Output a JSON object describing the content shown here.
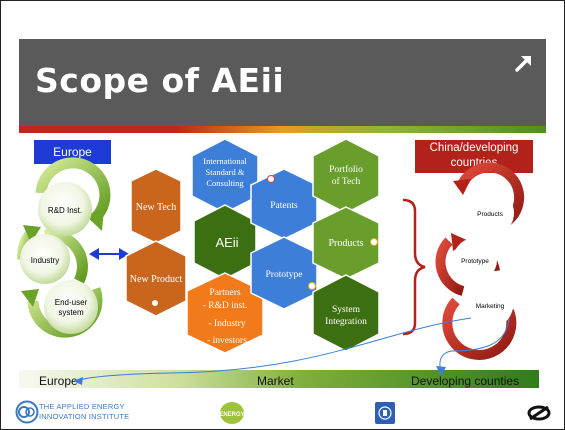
{
  "title": "Scope of AEii",
  "labels": {
    "europe": "Europe",
    "china": "China/developing countries",
    "bar_europe": "Europe",
    "bar_market": "Market",
    "bar_developing": "Developing counties"
  },
  "cycle_left": {
    "rd": "R&D Inst.",
    "industry": "Industry",
    "enduser": "End-user system"
  },
  "cycle_right": {
    "products": "Products",
    "prototype": "Prototype",
    "marketing": "Marketing"
  },
  "hexagons": {
    "center": "AEii",
    "new_tech": "New Tech",
    "new_product": "New Product",
    "intl_standard": "International Standard & Consulting",
    "partners_title": "Partners",
    "partners_items": [
      "- R&D inst.",
      "- Industry",
      "- investors"
    ],
    "patents": "Patents",
    "prototype": "Prototype",
    "portfolio": "Portfolio of Tech",
    "products": "Products",
    "system_integration": "System Integration"
  },
  "footer": {
    "logo_line1": "THE APPLIED ENERGY",
    "logo_line2": "INNOVATION INSTITUTE",
    "logo2_text": "ENERGY"
  },
  "colors": {
    "title_bg": "#5a5a5a",
    "europe_blue": "#1f3bd6",
    "china_red": "#b3221a",
    "hex_orange": "#c9651d",
    "hex_green": "#6a9e2c",
    "hex_blue": "#3c7ed8",
    "hex_bright_orange": "#f27a1a",
    "hex_dark_green": "#3c6e12"
  }
}
